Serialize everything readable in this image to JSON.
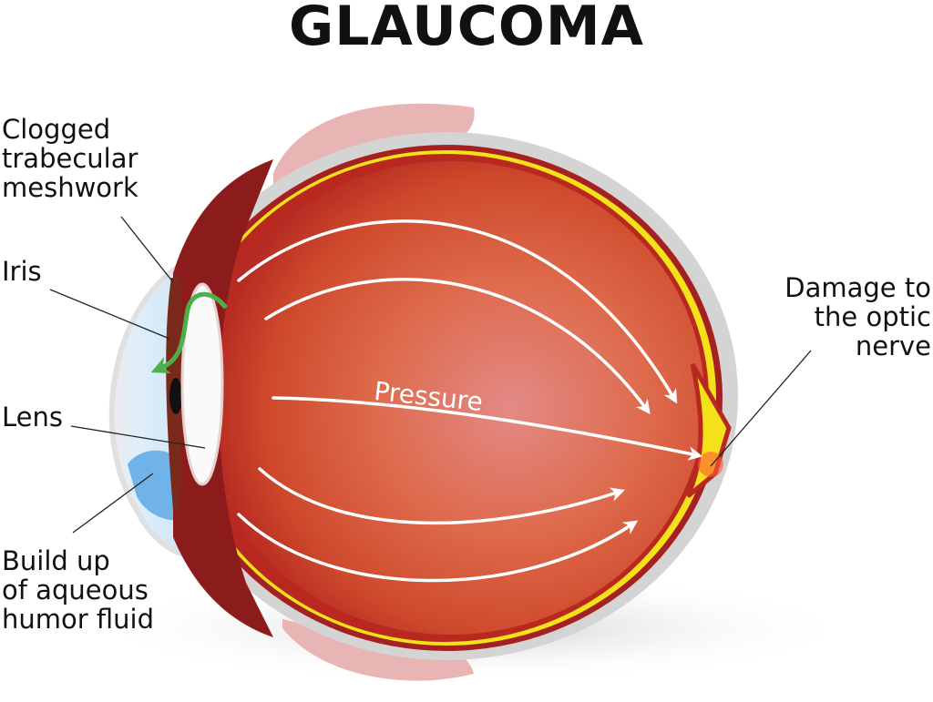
{
  "title": "GLAUCOMA",
  "labels": {
    "trabecular": [
      "Clogged",
      "trabecular",
      "meshwork"
    ],
    "iris": "Iris",
    "lens": "Lens",
    "aqueous": [
      "Build up",
      "of aqueous",
      "humor fluid"
    ],
    "optic": [
      "Damage to",
      "the optic",
      "nerve"
    ],
    "pressure": "Pressure"
  },
  "colors": {
    "eye_red": "#c8362a",
    "eye_dark": "#8c1c1c",
    "retina_yellow": "#f3e21a",
    "cornea_blue": "#d6ebf8",
    "fluid_blue": "#6fb3e8",
    "flow_green": "#4cb04a"
  }
}
